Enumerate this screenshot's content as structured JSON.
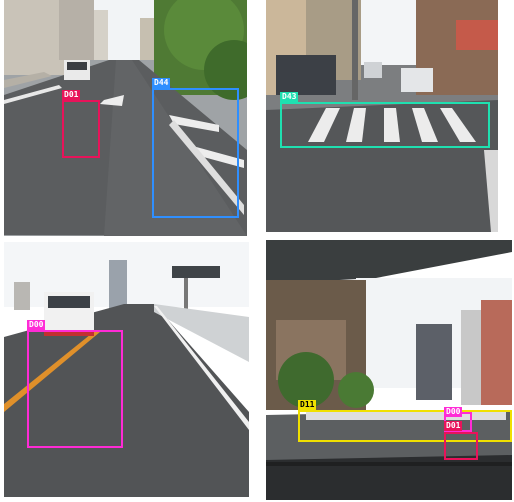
{
  "panels": [
    {
      "name": "top-left",
      "boxes": [
        {
          "label": "D01",
          "color": "#e8135a"
        },
        {
          "label": "D44",
          "color": "#2f8fff"
        }
      ]
    },
    {
      "name": "top-right",
      "boxes": [
        {
          "label": "D43",
          "color": "#1fe0b0"
        }
      ]
    },
    {
      "name": "bottom-left",
      "boxes": [
        {
          "label": "D00",
          "color": "#ff2bd6"
        }
      ]
    },
    {
      "name": "bottom-right",
      "boxes": [
        {
          "label": "D11",
          "color": "#f0e000"
        },
        {
          "label": "D00",
          "color": "#ff2bd6"
        },
        {
          "label": "D01",
          "color": "#e8135a"
        }
      ]
    }
  ]
}
